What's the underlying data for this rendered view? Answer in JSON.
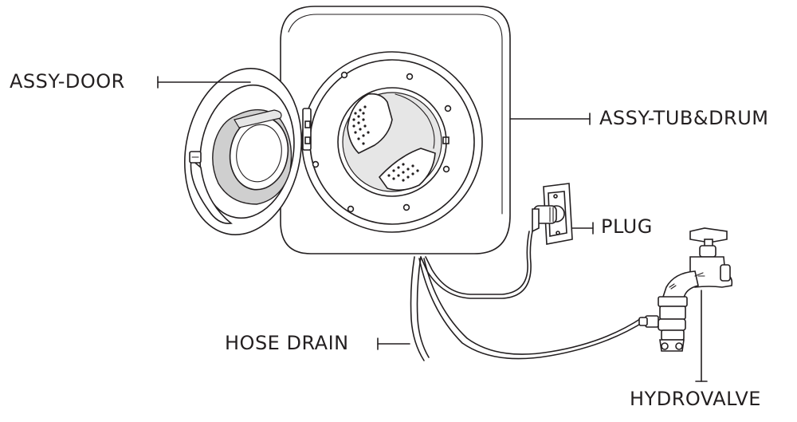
{
  "diagram": {
    "labels": {
      "door": "ASSY-DOOR",
      "tub_drum": "ASSY-TUB&DRUM",
      "plug": "PLUG",
      "hose_drain": "HOSE DRAIN",
      "hydrovalve": "HYDROVALVE"
    }
  }
}
